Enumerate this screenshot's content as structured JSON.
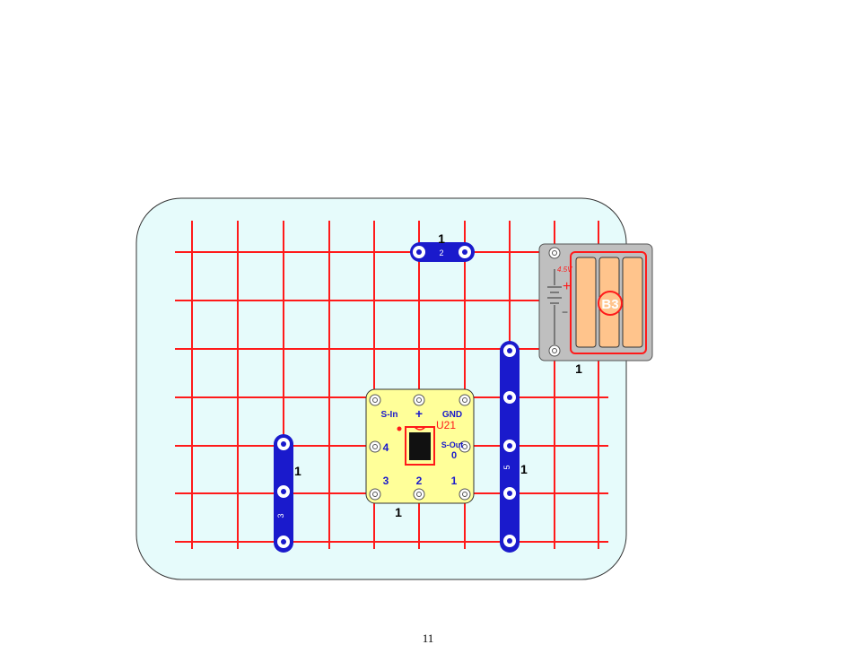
{
  "page_number": "11",
  "colors": {
    "board_fill": "#e6fbfb",
    "board_stroke": "#333333",
    "grid": "#ff1a1a",
    "wire": "#1a1acc",
    "module_fill": "#ffff99",
    "battery_holder": "#bfbfbf",
    "battery_cell": "#ffc48c",
    "label_blue": "#1a1acc",
    "label_red": "#ff1a1a"
  },
  "wires": [
    {
      "id": "wire-2",
      "length_label": "2",
      "level_label": "1"
    },
    {
      "id": "wire-3",
      "length_label": "3",
      "level_label": "1"
    },
    {
      "id": "wire-5",
      "length_label": "5",
      "level_label": "1"
    }
  ],
  "battery": {
    "label": "B3",
    "voltage": "4.5V",
    "plus": "+",
    "minus": "−",
    "level_label": "1"
  },
  "module": {
    "name": "U21",
    "s_in": "S-In",
    "plus": "+",
    "gnd": "GND",
    "s_out": "S-Out",
    "pin_4": "4",
    "pin_0": "0",
    "pin_3": "3",
    "pin_2": "2",
    "pin_1": "1",
    "level_label": "1"
  }
}
